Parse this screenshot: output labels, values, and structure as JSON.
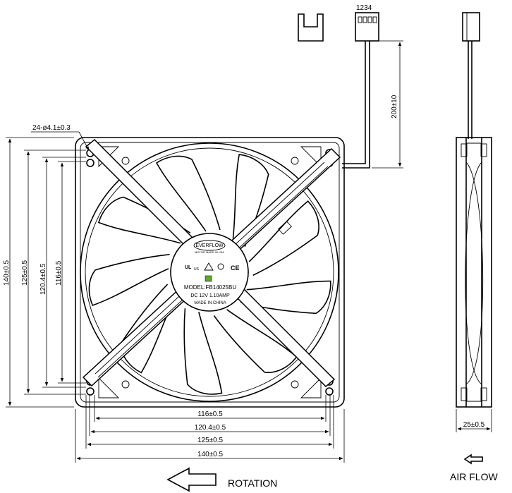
{
  "connector": {
    "pin_label": "1234"
  },
  "labels": {
    "holes": "24-ø4.1±0.3",
    "lead_length": "200±10",
    "brand": "EVERFLOW",
    "brand_sub": "MOTOR MADE IN USA",
    "model": "MODEL:FB14025BU",
    "rating": "DC 12V   1.10AMP",
    "origin": "MADE IN CHINA",
    "ul_mark": "UL",
    "us_mark": "US",
    "ce_mark": "CE",
    "rotation": "ROTATION",
    "airflow": "AIR  FLOW"
  },
  "dimensions": {
    "h_116": "116±0.5",
    "h_120": "120.4±0.5",
    "h_125": "125±0.5",
    "h_140": "140±0.5",
    "v_140": "140±0.5",
    "v_125": "125±0.5",
    "v_120": "120.4±0.5",
    "v_116": "116±0.5",
    "thickness": "25±0.5"
  }
}
